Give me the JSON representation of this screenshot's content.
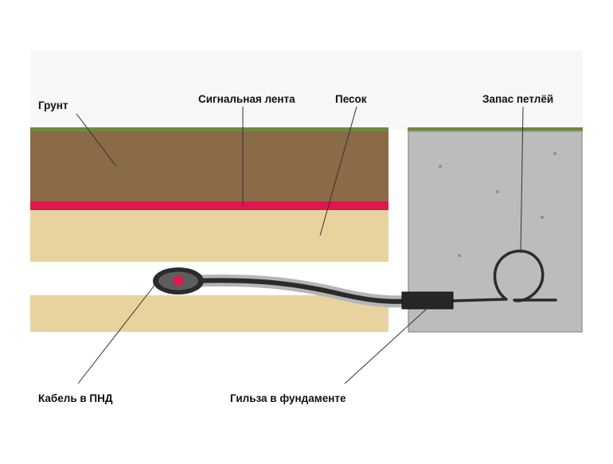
{
  "labels": {
    "ground": "Грунт",
    "signal_tape": "Сигнальная лента",
    "sand": "Песок",
    "loop_reserve": "Запас петлёй",
    "cable_in_pipe": "Кабель в ПНД",
    "foundation_sleeve": "Гильза в фундаменте"
  },
  "colors": {
    "sky": "#f7f7f7",
    "grass": "#6e8a3e",
    "soil": "#8b6a47",
    "signal_tape": "#e0174f",
    "sand": "#e8d39f",
    "foundation": "#bcbcbc",
    "foundation_border": "#9a9a9a",
    "pipe_sheath": "#b5b5b5",
    "cable": "#2b2b2b",
    "cable_core": "#e0174f",
    "sleeve": "#262626",
    "leader": "#333333"
  }
}
